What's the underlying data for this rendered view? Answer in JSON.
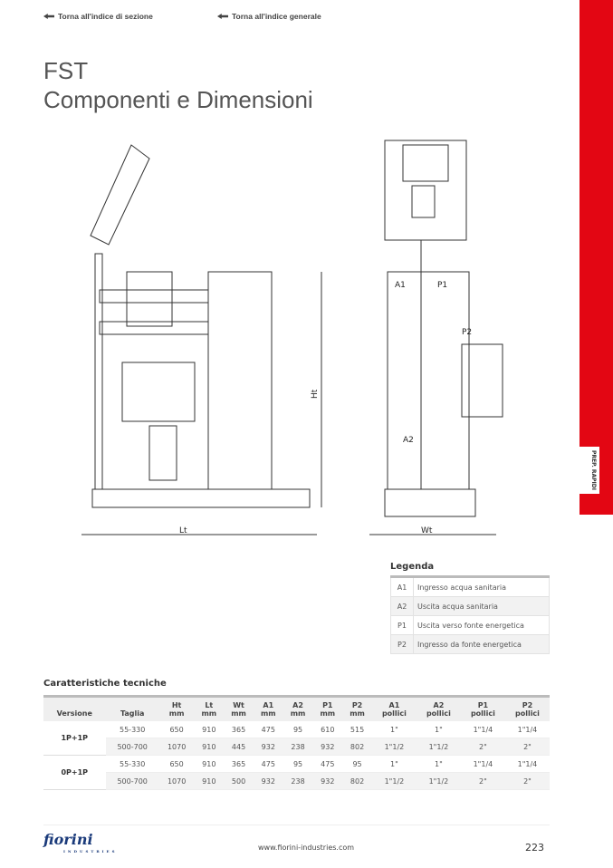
{
  "nav": {
    "section_index": "Torna all'indice di sezione",
    "general_index": "Torna all'indice generale"
  },
  "title": {
    "line1": "FST",
    "line2": "Componenti e Dimensioni"
  },
  "side_tab": "PREP. RAPIDI",
  "diagram": {
    "lt": "Lt",
    "wt": "Wt",
    "ht": "Ht",
    "a1": "A1",
    "p1": "P1",
    "p2": "P2",
    "a2": "A2"
  },
  "legend": {
    "title": "Legenda",
    "rows": [
      {
        "code": "A1",
        "desc": "Ingresso acqua sanitaria"
      },
      {
        "code": "A2",
        "desc": "Uscita acqua sanitaria"
      },
      {
        "code": "P1",
        "desc": "Uscita verso fonte energetica"
      },
      {
        "code": "P2",
        "desc": "Ingresso da fonte energetica"
      }
    ]
  },
  "specs": {
    "title": "Caratteristiche tecniche",
    "headers": [
      [
        "Versione",
        ""
      ],
      [
        "Taglia",
        ""
      ],
      [
        "Ht",
        "mm"
      ],
      [
        "Lt",
        "mm"
      ],
      [
        "Wt",
        "mm"
      ],
      [
        "A1",
        "mm"
      ],
      [
        "A2",
        "mm"
      ],
      [
        "P1",
        "mm"
      ],
      [
        "P2",
        "mm"
      ],
      [
        "A1",
        "pollici"
      ],
      [
        "A2",
        "pollici"
      ],
      [
        "P1",
        "pollici"
      ],
      [
        "P2",
        "pollici"
      ]
    ],
    "groups": [
      {
        "version": "1P+1P",
        "rows": [
          [
            "55-330",
            "650",
            "910",
            "365",
            "475",
            "95",
            "610",
            "515",
            "1\"",
            "1\"",
            "1\"1/4",
            "1\"1/4"
          ],
          [
            "500-700",
            "1070",
            "910",
            "445",
            "932",
            "238",
            "932",
            "802",
            "1\"1/2",
            "1\"1/2",
            "2\"",
            "2\""
          ]
        ]
      },
      {
        "version": "0P+1P",
        "rows": [
          [
            "55-330",
            "650",
            "910",
            "365",
            "475",
            "95",
            "475",
            "95",
            "1\"",
            "1\"",
            "1\"1/4",
            "1\"1/4"
          ],
          [
            "500-700",
            "1070",
            "910",
            "500",
            "932",
            "238",
            "932",
            "802",
            "1\"1/2",
            "1\"1/2",
            "2\"",
            "2\""
          ]
        ]
      }
    ]
  },
  "footer": {
    "logo": "fiorini",
    "logo_sub": "INDUSTRIES",
    "url": "www.fiorini-industries.com",
    "page": "223"
  }
}
